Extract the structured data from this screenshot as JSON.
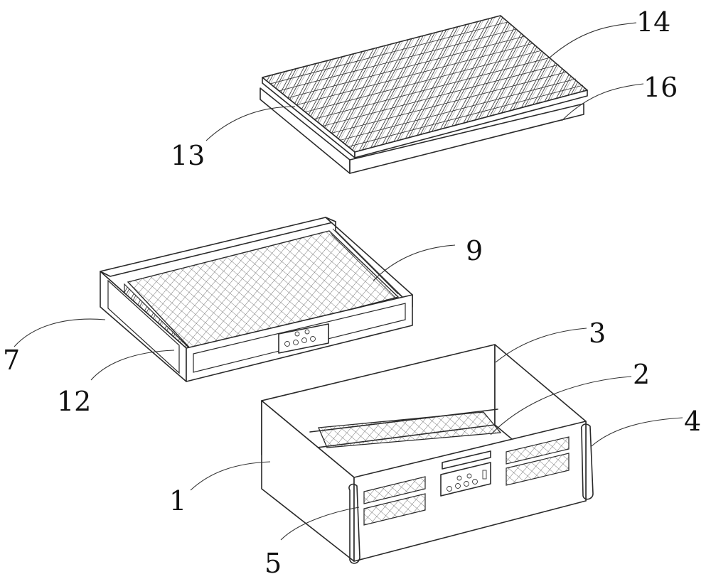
{
  "callouts": [
    {
      "id": "c14",
      "text": "14"
    },
    {
      "id": "c16",
      "text": "16"
    },
    {
      "id": "c13",
      "text": "13"
    },
    {
      "id": "c9",
      "text": "9"
    },
    {
      "id": "c7",
      "text": "7"
    },
    {
      "id": "c12",
      "text": "12"
    },
    {
      "id": "c3",
      "text": "3"
    },
    {
      "id": "c2",
      "text": "2"
    },
    {
      "id": "c4",
      "text": "4"
    },
    {
      "id": "c1",
      "text": "1"
    },
    {
      "id": "c5",
      "text": "5"
    }
  ],
  "colors": {
    "line": "#2a2a2a",
    "background": "#ffffff"
  }
}
